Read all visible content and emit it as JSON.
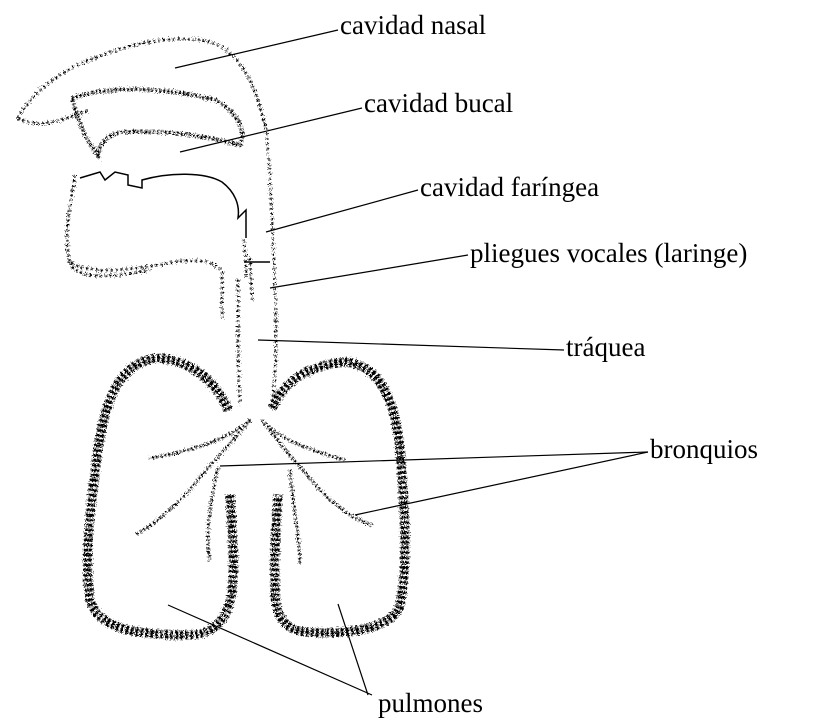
{
  "diagram": {
    "labels": {
      "nasal": "cavidad nasal",
      "bucal": "cavidad bucal",
      "faringea": "cavidad faríngea",
      "pliegues": "pliegues vocales (laringe)",
      "traquea": "tráquea",
      "bronquios": "bronquios",
      "pulmones": "pulmones"
    },
    "colors": {
      "ink": "#000000",
      "background": "#ffffff"
    }
  }
}
